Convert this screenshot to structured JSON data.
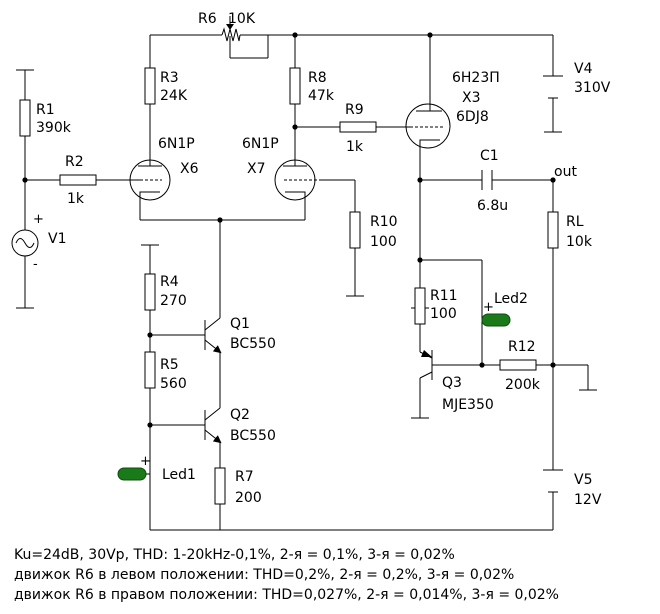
{
  "components": {
    "R1": {
      "ref": "R1",
      "value": "390k"
    },
    "R2": {
      "ref": "R2",
      "value": "1k"
    },
    "R3": {
      "ref": "R3",
      "value": "24K"
    },
    "R4": {
      "ref": "R4",
      "value": "270"
    },
    "R5": {
      "ref": "R5",
      "value": "560"
    },
    "R6": {
      "ref": "R6",
      "value": "10K"
    },
    "R7": {
      "ref": "R7",
      "value": "200"
    },
    "R8": {
      "ref": "R8",
      "value": "47k"
    },
    "R9": {
      "ref": "R9",
      "value": "1k"
    },
    "R10": {
      "ref": "R10",
      "value": "100"
    },
    "R11": {
      "ref": "R11",
      "value": "100"
    },
    "R12": {
      "ref": "R12",
      "value": "200k"
    },
    "RL": {
      "ref": "RL",
      "value": "10k"
    },
    "C1": {
      "ref": "C1",
      "value": "6.8u"
    },
    "V1": {
      "ref": "V1"
    },
    "V4": {
      "ref": "V4",
      "value": "310V"
    },
    "V5": {
      "ref": "V5",
      "value": "12V"
    },
    "X6": {
      "ref": "X6",
      "type": "6N1P"
    },
    "X7": {
      "ref": "X7",
      "type": "6N1P"
    },
    "X3": {
      "ref": "X3",
      "type": "6DJ8",
      "alt": "6Н23П"
    },
    "Q1": {
      "ref": "Q1",
      "type": "BC550"
    },
    "Q2": {
      "ref": "Q2",
      "type": "BC550"
    },
    "Q3": {
      "ref": "Q3",
      "type": "MJE350"
    },
    "Led1": {
      "ref": "Led1"
    },
    "Led2": {
      "ref": "Led2"
    }
  },
  "net_labels": {
    "out": "out"
  },
  "source_polarity": {
    "plus": "+",
    "minus": "-"
  },
  "colors": {
    "wire": "#000000",
    "led": "#1a7a1a"
  },
  "notes": [
    "Ku=24dB, 30Vp, THD: 1-20kHz-0,1%, 2-я = 0,1%, 3-я = 0,02%",
    "движок R6 в левом положении: THD=0,2%, 2-я = 0,2%, 3-я = 0,02%",
    "движок R6 в правом положении: THD=0,027%, 2-я = 0,014%, 3-я = 0,02%"
  ]
}
